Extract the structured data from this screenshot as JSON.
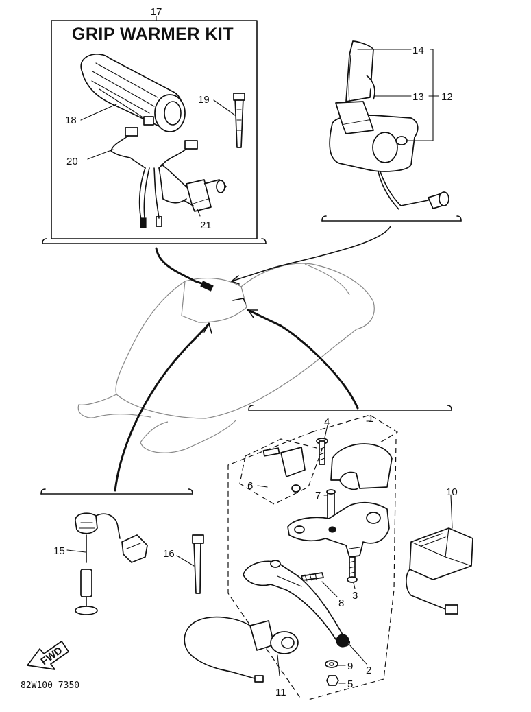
{
  "kit": {
    "number": "17",
    "title": "GRIP WARMER KIT"
  },
  "callouts": {
    "c1": "1",
    "c2": "2",
    "c3": "3",
    "c4": "4",
    "c5": "5",
    "c6": "6",
    "c7": "7",
    "c8": "8",
    "c9": "9",
    "c10": "10",
    "c11": "11",
    "c12": "12",
    "c13": "13",
    "c14": "14",
    "c15": "15",
    "c16": "16",
    "c18": "18",
    "c19": "19",
    "c20": "20",
    "c21": "21"
  },
  "fwd_label": "FWD",
  "footer_code": "82W100 7350"
}
